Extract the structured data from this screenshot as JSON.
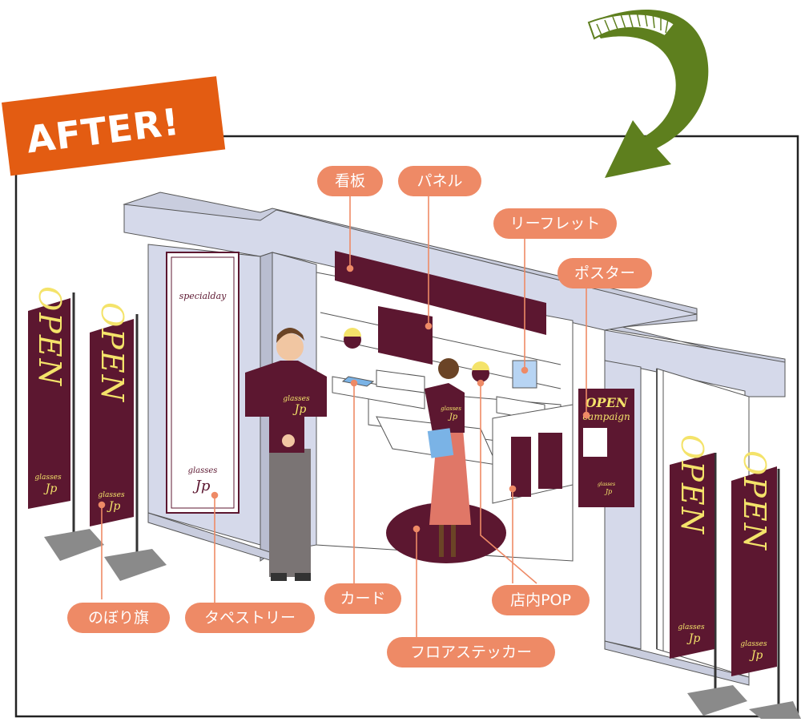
{
  "badge": "AFTER!",
  "labels": {
    "kanban": "看板",
    "panel": "パネル",
    "leaflet": "リーフレット",
    "poster": "ポスター",
    "nobori": "のぼり旗",
    "tapestry": "タペストリー",
    "card": "カード",
    "in_store_pop": "店内POP",
    "floor_sticker": "フロアステッカー"
  },
  "flag_text": "OPEN",
  "flag_brand": "glasses",
  "flag_brand_mark": "Jp",
  "tapestry_top": "specialday",
  "tapestry_brand": "glasses",
  "tapestry_brand_mark": "Jp",
  "shirt_brand": "glasses",
  "shirt_brand_mark": "Jp",
  "poster_title": "OPEN",
  "poster_subtitle": "campaign",
  "poster_brand": "glasses",
  "poster_brand_mark": "Jp",
  "colors": {
    "accent_orange": "#e35c12",
    "label_salmon": "#ee8a66",
    "brand_maroon": "#5c1730",
    "flag_text_yellow": "#f4e36a",
    "arrow_green": "#5e7f1e",
    "booth_lavender": "#d5d9ea"
  }
}
